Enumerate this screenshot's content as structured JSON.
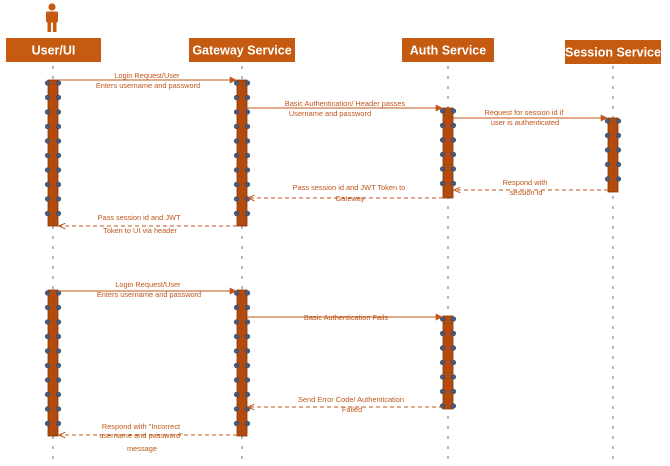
{
  "participants": [
    {
      "id": "ui",
      "label": "User/UI"
    },
    {
      "id": "gateway",
      "label": "Gateway Service"
    },
    {
      "id": "auth",
      "label": "Auth Service"
    },
    {
      "id": "session",
      "label": "Session Service"
    }
  ],
  "actor_icon": "person-icon",
  "colors": {
    "header": "#c55a11",
    "activation": "#b34a0e",
    "message": "#c0561a",
    "lifeline": "#9ea7b0"
  },
  "messages": [
    {
      "id": "m1",
      "from": "ui",
      "to": "gateway",
      "style": "solid",
      "lines": [
        "Login Request/User",
        "Enters username and password"
      ]
    },
    {
      "id": "m2",
      "from": "gateway",
      "to": "auth",
      "style": "solid",
      "lines": [
        "Basic  Authentication/ Header passes",
        "Username and password"
      ]
    },
    {
      "id": "m3",
      "from": "auth",
      "to": "session",
      "style": "solid",
      "lines": [
        "Request for session id if",
        "user is authenticated"
      ]
    },
    {
      "id": "m4",
      "from": "session",
      "to": "auth",
      "style": "dashed",
      "lines": [
        "Respond with",
        "session id"
      ]
    },
    {
      "id": "m5",
      "from": "auth",
      "to": "gateway",
      "style": "dashed",
      "lines": [
        "Pass session id and JWT Token to",
        "Gateway"
      ]
    },
    {
      "id": "m6",
      "from": "gateway",
      "to": "ui",
      "style": "dashed",
      "lines": [
        "Pass session id and JWT",
        "Token to UI via header"
      ]
    },
    {
      "id": "m7",
      "from": "ui",
      "to": "gateway",
      "style": "solid",
      "lines": [
        "Login Request/User",
        "Enters username and password"
      ]
    },
    {
      "id": "m8",
      "from": "gateway",
      "to": "auth",
      "style": "solid",
      "lines": [
        "Basic  Authentication Fails"
      ]
    },
    {
      "id": "m9",
      "from": "auth",
      "to": "gateway",
      "style": "dashed",
      "lines": [
        "Send Error Code/ Authentication",
        "Failed"
      ]
    },
    {
      "id": "m10",
      "from": "gateway",
      "to": "ui",
      "style": "dashed",
      "lines": [
        "Respond  with \"Incorrect",
        "username and password\"",
        "message"
      ]
    }
  ]
}
